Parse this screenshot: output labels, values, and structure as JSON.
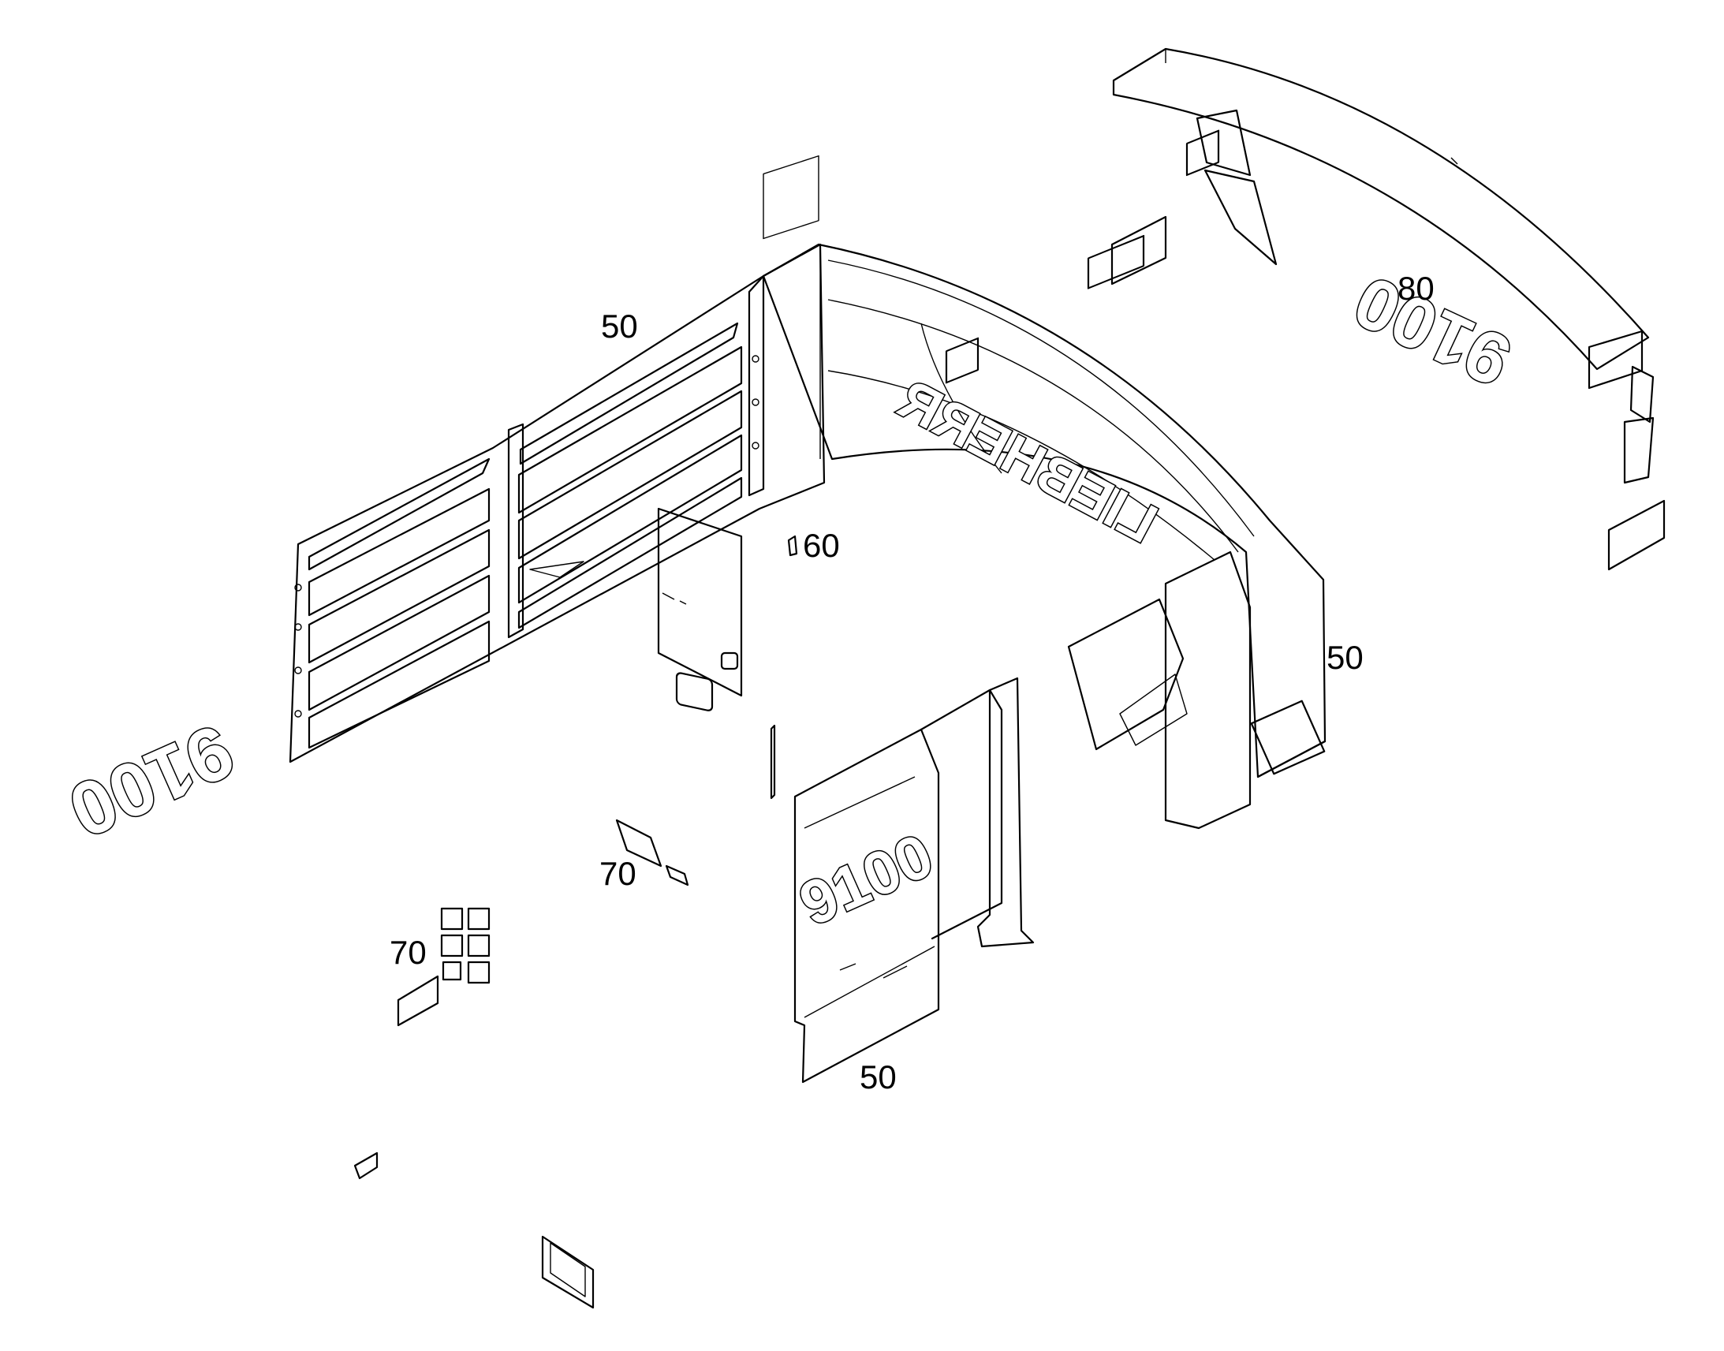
{
  "callouts": {
    "c50_top": "50",
    "c60": "60",
    "c80": "80",
    "c50_right": "50",
    "c70_mid": "70",
    "c70_left": "70",
    "c50_bottom": "50"
  },
  "decals": {
    "model_rear": "9100",
    "model_front": "9100",
    "model_left": "9100",
    "brand_roof": "LIEBHERR"
  },
  "colors": {
    "line": "#000000",
    "paper": "#ffffff"
  }
}
